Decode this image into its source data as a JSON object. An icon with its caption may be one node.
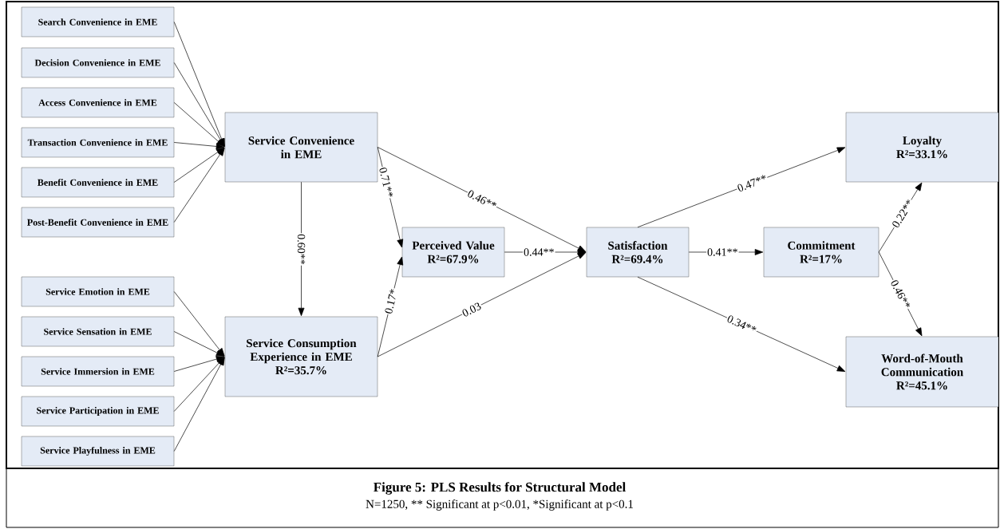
{
  "diagram": {
    "title": "Figure 5: PLS Results for Structural Model",
    "caption": "N=1250, ** Significant at p<0.01, *Significant at p<0.1",
    "nodes": [
      {
        "text": [
          "Search Convenience in EME"
        ]
      },
      {
        "text": [
          "Decision Convenience in EME"
        ]
      },
      {
        "text": [
          "Access Convenience in EME"
        ]
      },
      {
        "text": [
          "Transaction Convenience in EME"
        ]
      },
      {
        "text": [
          "Benefit Convenience in EME"
        ]
      },
      {
        "text": [
          "Post-Benefit Convenience in EME"
        ]
      },
      {
        "text": [
          "Service Convenience in EME"
        ]
      },
      {
        "text": [
          "Service Emotion in EME"
        ]
      },
      {
        "text": [
          "Service Sensation in EME"
        ]
      },
      {
        "text": [
          "Service Immersion in EME"
        ]
      },
      {
        "text": [
          "Service Participation in EME"
        ]
      },
      {
        "text": [
          "Service Playfulness in EME"
        ]
      },
      {
        "text": [
          "Service Consumption Experience in EME",
          "R²=35.7%"
        ]
      },
      {
        "text": [
          "Perceived Value",
          "R²=67.9%"
        ]
      },
      {
        "text": [
          "Satisfaction",
          "R²=69.4%"
        ]
      },
      {
        "text": [
          "Commitment",
          "R²=17%"
        ]
      },
      {
        "text": [
          "Loyalty",
          "R²=33.1%"
        ]
      },
      {
        "text": [
          "Word-of-Mouth Communication",
          "R²=45.1%"
        ]
      }
    ],
    "edges": [
      {
        "from": 0,
        "to": 6,
        "arrow": "to"
      },
      {
        "from": 1,
        "to": 6,
        "arrow": "to"
      },
      {
        "from": 2,
        "to": 6,
        "arrow": "to"
      },
      {
        "from": 3,
        "to": 6,
        "arrow": "to"
      },
      {
        "from": 4,
        "to": 6,
        "arrow": "to"
      },
      {
        "from": 5,
        "to": 6,
        "arrow": "to"
      },
      {
        "from": 7,
        "to": 12,
        "arrow": "to"
      },
      {
        "from": 8,
        "to": 12,
        "arrow": "to"
      },
      {
        "from": 9,
        "to": 12,
        "arrow": "to"
      },
      {
        "from": 10,
        "to": 12,
        "arrow": "to"
      },
      {
        "from": 11,
        "to": 12,
        "arrow": "to"
      },
      {
        "from": 6,
        "to": 12,
        "arrow": "to",
        "label": "0.60**"
      },
      {
        "from": 6,
        "to": 13,
        "arrow": "to",
        "label": "0.71**"
      },
      {
        "from": 12,
        "to": 13,
        "arrow": "to",
        "label": "0.17*"
      },
      {
        "from": 6,
        "to": 14,
        "arrow": "to",
        "label": "0.46**"
      },
      {
        "from": 13,
        "to": 14,
        "arrow": "to",
        "label": "0.44**"
      },
      {
        "from": 12,
        "to": 14,
        "arrow": "to",
        "label": "0.03"
      },
      {
        "from": 14,
        "to": 16,
        "arrow": "to",
        "label": "0.47**"
      },
      {
        "from": 14,
        "to": 15,
        "arrow": "to",
        "label": "0.41**"
      },
      {
        "from": 15,
        "to": 16,
        "arrow": "to",
        "label": "0.22**"
      },
      {
        "from": 15,
        "to": 17,
        "arrow": "to",
        "label": "0.46**"
      },
      {
        "from": 14,
        "to": 17,
        "arrow": "to",
        "label": "0.34**"
      }
    ]
  }
}
